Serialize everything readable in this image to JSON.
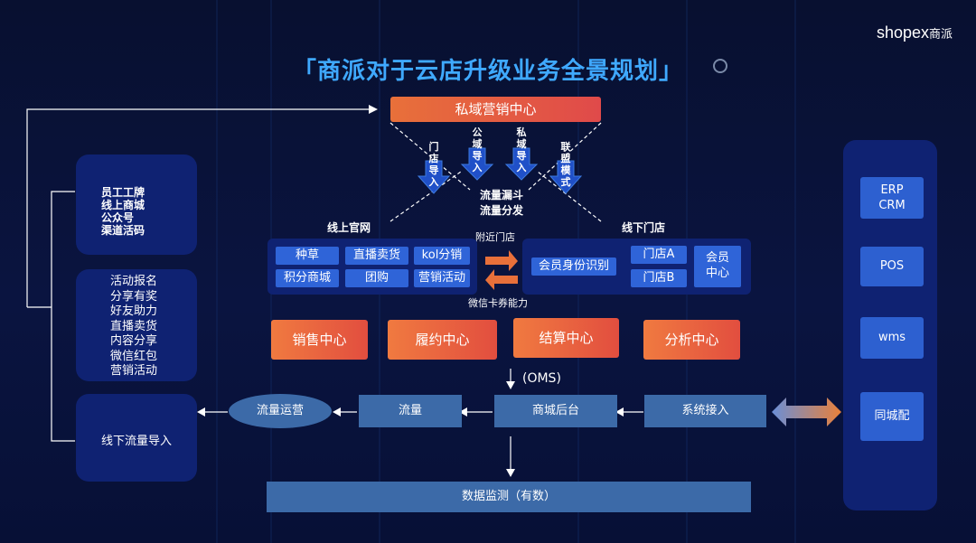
{
  "title": "「商派对于云店升级业务全景规划」",
  "logo": {
    "text": "shopex",
    "cn": "商派"
  },
  "top_center": "私域营销中心",
  "funnel_arrows": [
    "门店导入",
    "公域导入",
    "私域导入",
    "联盟模式"
  ],
  "funnel_label": [
    "流量漏斗",
    "流量分发"
  ],
  "online": {
    "title": "线上官网",
    "items": [
      "种草",
      "直播卖货",
      "kol分销",
      "积分商城",
      "团购",
      "营销活动"
    ]
  },
  "offline": {
    "title": "线下门店",
    "member_id": "会员身份识别",
    "store_a": "门店A",
    "store_b": "门店B",
    "member_center": "会员\n中心"
  },
  "nearby_store": "附近门店",
  "wechat_coupon": "微信卡券能力",
  "centers": [
    "销售中心",
    "履约中心",
    "结算中心",
    "分析中心"
  ],
  "oms": "(OMS)",
  "flow_row": {
    "ops": "流量运营",
    "traffic": "流量",
    "mall_backend": "商城后台",
    "system_access": "系统接入"
  },
  "data_monitor": "数据监测（有数）",
  "left_panels": {
    "p1": [
      "员工工牌",
      "线上商城",
      "公众号",
      "渠道活码"
    ],
    "p2": [
      "活动报名",
      "分享有奖",
      "好友助力",
      "直播卖货",
      "内容分享",
      "微信红包",
      "营销活动"
    ],
    "p3": "线下流量导入"
  },
  "right_systems": [
    "ERP\nCRM",
    "POS",
    "wms",
    "同城配"
  ],
  "colors": {
    "title": "#3fa9ff",
    "orange": "#e8703a",
    "panel": "#0f2272",
    "blue": "#2f64d8",
    "steel": "#3c6aa8"
  }
}
